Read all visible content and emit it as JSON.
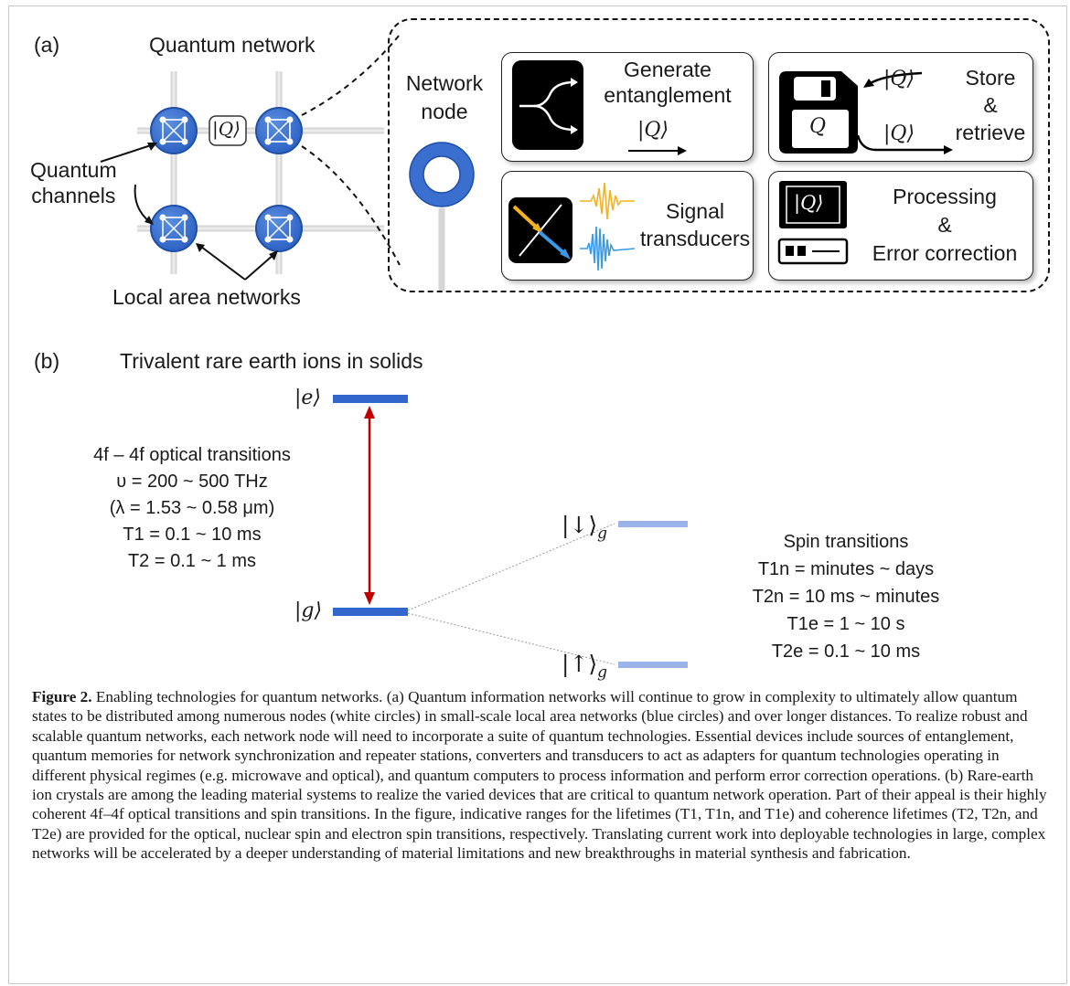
{
  "panel_a": {
    "label": "(a)",
    "network_title": "Quantum network",
    "channel_label": "|Q⟩",
    "quantum_channels": [
      "Quantum",
      "channels"
    ],
    "local_area": "Local area networks",
    "network_node": [
      "Network",
      "node"
    ],
    "generate": [
      "Generate",
      "entanglement"
    ],
    "generate_state": "|Q⟩",
    "store": [
      "Store",
      "&",
      "retrieve"
    ],
    "store_state_in": "|Q⟩",
    "store_state_out": "|Q⟩",
    "floppy_label": "Q",
    "signal": [
      "Signal",
      "transducers"
    ],
    "processing": [
      "Processing",
      "&",
      "Error correction"
    ],
    "monitor_label": "|Q⟩"
  },
  "panel_b": {
    "label": "(b)",
    "title": "Trivalent rare earth ions in solids",
    "level_e": "|e⟩",
    "level_g": "|g⟩",
    "level_down": "|↓⟩",
    "level_up": "|↑⟩",
    "sub_g": "g",
    "optical": [
      "4f – 4f optical transitions",
      "υ = 200 ~ 500 THz",
      "(λ = 1.53 ~ 0.58 μm)",
      "T1 = 0.1 ~ 10 ms",
      "T2 =  0.1 ~ 1 ms"
    ],
    "spin": [
      "Spin transitions",
      "T1n = minutes ~ days",
      "T2n = 10 ms ~ minutes",
      "T1e =  1  ~ 10 s",
      "T2e =  0.1 ~ 10 ms"
    ]
  },
  "caption": {
    "heading": "Figure 2.",
    "body": " Enabling technologies for quantum networks. (a) Quantum information networks will continue to grow in complexity to ultimately allow quantum states to be distributed among numerous nodes (white circles) in small-scale local area networks (blue circles) and over longer distances. To realize robust and scalable quantum networks, each network node will need to incorporate a suite of quantum technologies. Essential devices include sources of entanglement, quantum memories for network synchronization and repeater stations, converters and transducers to act as adapters for quantum technologies operating in different physical regimes (e.g. microwave and optical), and quantum computers to process information and perform error correction operations. (b) Rare-earth ion crystals are among the leading material systems to realize the varied devices that are critical to quantum network operation. Part of their appeal is their highly coherent 4f–4f optical transitions and spin transitions. In the figure, indicative ranges for the lifetimes (T1, T1n, and T1e) and coherence lifetimes (T2, T2n, and T2e) are provided for the optical, nuclear spin and electron spin transitions, respectively. Translating current work into deployable technologies in large, complex networks will be accelerated by a deeper understanding of material limitations and new breakthroughs in material synthesis and fabrication."
  }
}
